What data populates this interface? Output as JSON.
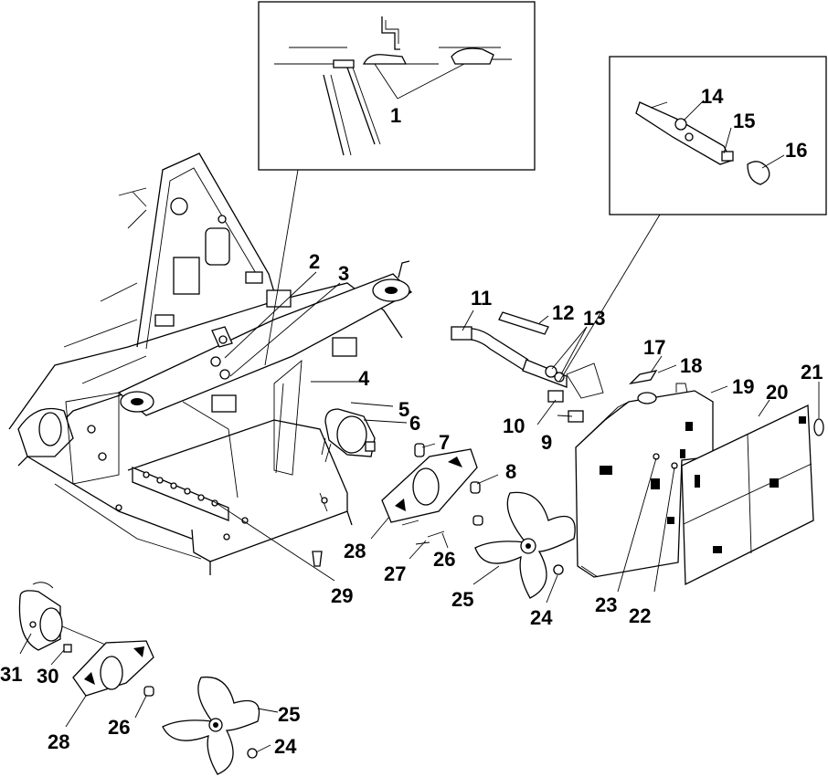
{
  "diagram": {
    "labels": [
      {
        "id": "1",
        "text": "1"
      },
      {
        "id": "2",
        "text": "2"
      },
      {
        "id": "3",
        "text": "3"
      },
      {
        "id": "4",
        "text": "4"
      },
      {
        "id": "5",
        "text": "5"
      },
      {
        "id": "6",
        "text": "6"
      },
      {
        "id": "7",
        "text": "7"
      },
      {
        "id": "8",
        "text": "8"
      },
      {
        "id": "9",
        "text": "9"
      },
      {
        "id": "10",
        "text": "10"
      },
      {
        "id": "11",
        "text": "11"
      },
      {
        "id": "12",
        "text": "12"
      },
      {
        "id": "13",
        "text": "13"
      },
      {
        "id": "14",
        "text": "14"
      },
      {
        "id": "15",
        "text": "15"
      },
      {
        "id": "16",
        "text": "16"
      },
      {
        "id": "17",
        "text": "17"
      },
      {
        "id": "18",
        "text": "18"
      },
      {
        "id": "19",
        "text": "19"
      },
      {
        "id": "20",
        "text": "20"
      },
      {
        "id": "21",
        "text": "21"
      },
      {
        "id": "22",
        "text": "22"
      },
      {
        "id": "23",
        "text": "23"
      },
      {
        "id": "24a",
        "text": "24"
      },
      {
        "id": "25a",
        "text": "25"
      },
      {
        "id": "26a",
        "text": "26"
      },
      {
        "id": "27",
        "text": "27"
      },
      {
        "id": "28a",
        "text": "28"
      },
      {
        "id": "29",
        "text": "29"
      },
      {
        "id": "24b",
        "text": "24"
      },
      {
        "id": "25b",
        "text": "25"
      },
      {
        "id": "26b",
        "text": "26"
      },
      {
        "id": "28b",
        "text": "28"
      },
      {
        "id": "30",
        "text": "30"
      },
      {
        "id": "31",
        "text": "31"
      }
    ]
  }
}
